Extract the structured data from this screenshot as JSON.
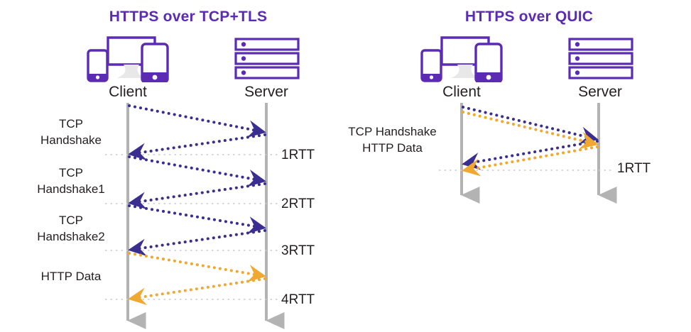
{
  "diagram": {
    "type": "sequence-diagram",
    "background": "#ffffff",
    "colors": {
      "title_purple": "#5b2cb3",
      "arrow_purple": "#3a2f91",
      "arrow_orange": "#f0a830",
      "lifeline_gray": "#b3b3b3",
      "guide_gray": "#cccccc",
      "text_dark": "#231f20",
      "icon_purple": "#5b2cb3",
      "icon_screen_gray": "#e8e8e8"
    },
    "panels": [
      {
        "id": "tcp-tls",
        "title": "HTTPS over TCP+TLS",
        "actors": [
          {
            "name": "Client",
            "icon": "client-devices-icon"
          },
          {
            "name": "Server",
            "icon": "server-rack-icon"
          }
        ],
        "messages": [
          {
            "label": "TCP\nHandshake",
            "color": "purple"
          },
          {
            "label": "TCP\nHandshake1",
            "color": "purple"
          },
          {
            "label": "TCP\nHandshake2",
            "color": "purple"
          },
          {
            "label": "HTTP Data",
            "color": "orange"
          }
        ],
        "rtt_markers": [
          "1RTT",
          "2RTT",
          "3RTT",
          "4RTT"
        ],
        "total_rtt": 4
      },
      {
        "id": "quic",
        "title": "HTTPS over QUIC",
        "actors": [
          {
            "name": "Client",
            "icon": "client-devices-icon"
          },
          {
            "name": "Server",
            "icon": "server-rack-icon"
          }
        ],
        "messages": [
          {
            "label": "TCP Handshake\nHTTP Data",
            "color": "purple+orange"
          }
        ],
        "rtt_markers": [
          "1RTT"
        ],
        "total_rtt": 1
      }
    ]
  }
}
